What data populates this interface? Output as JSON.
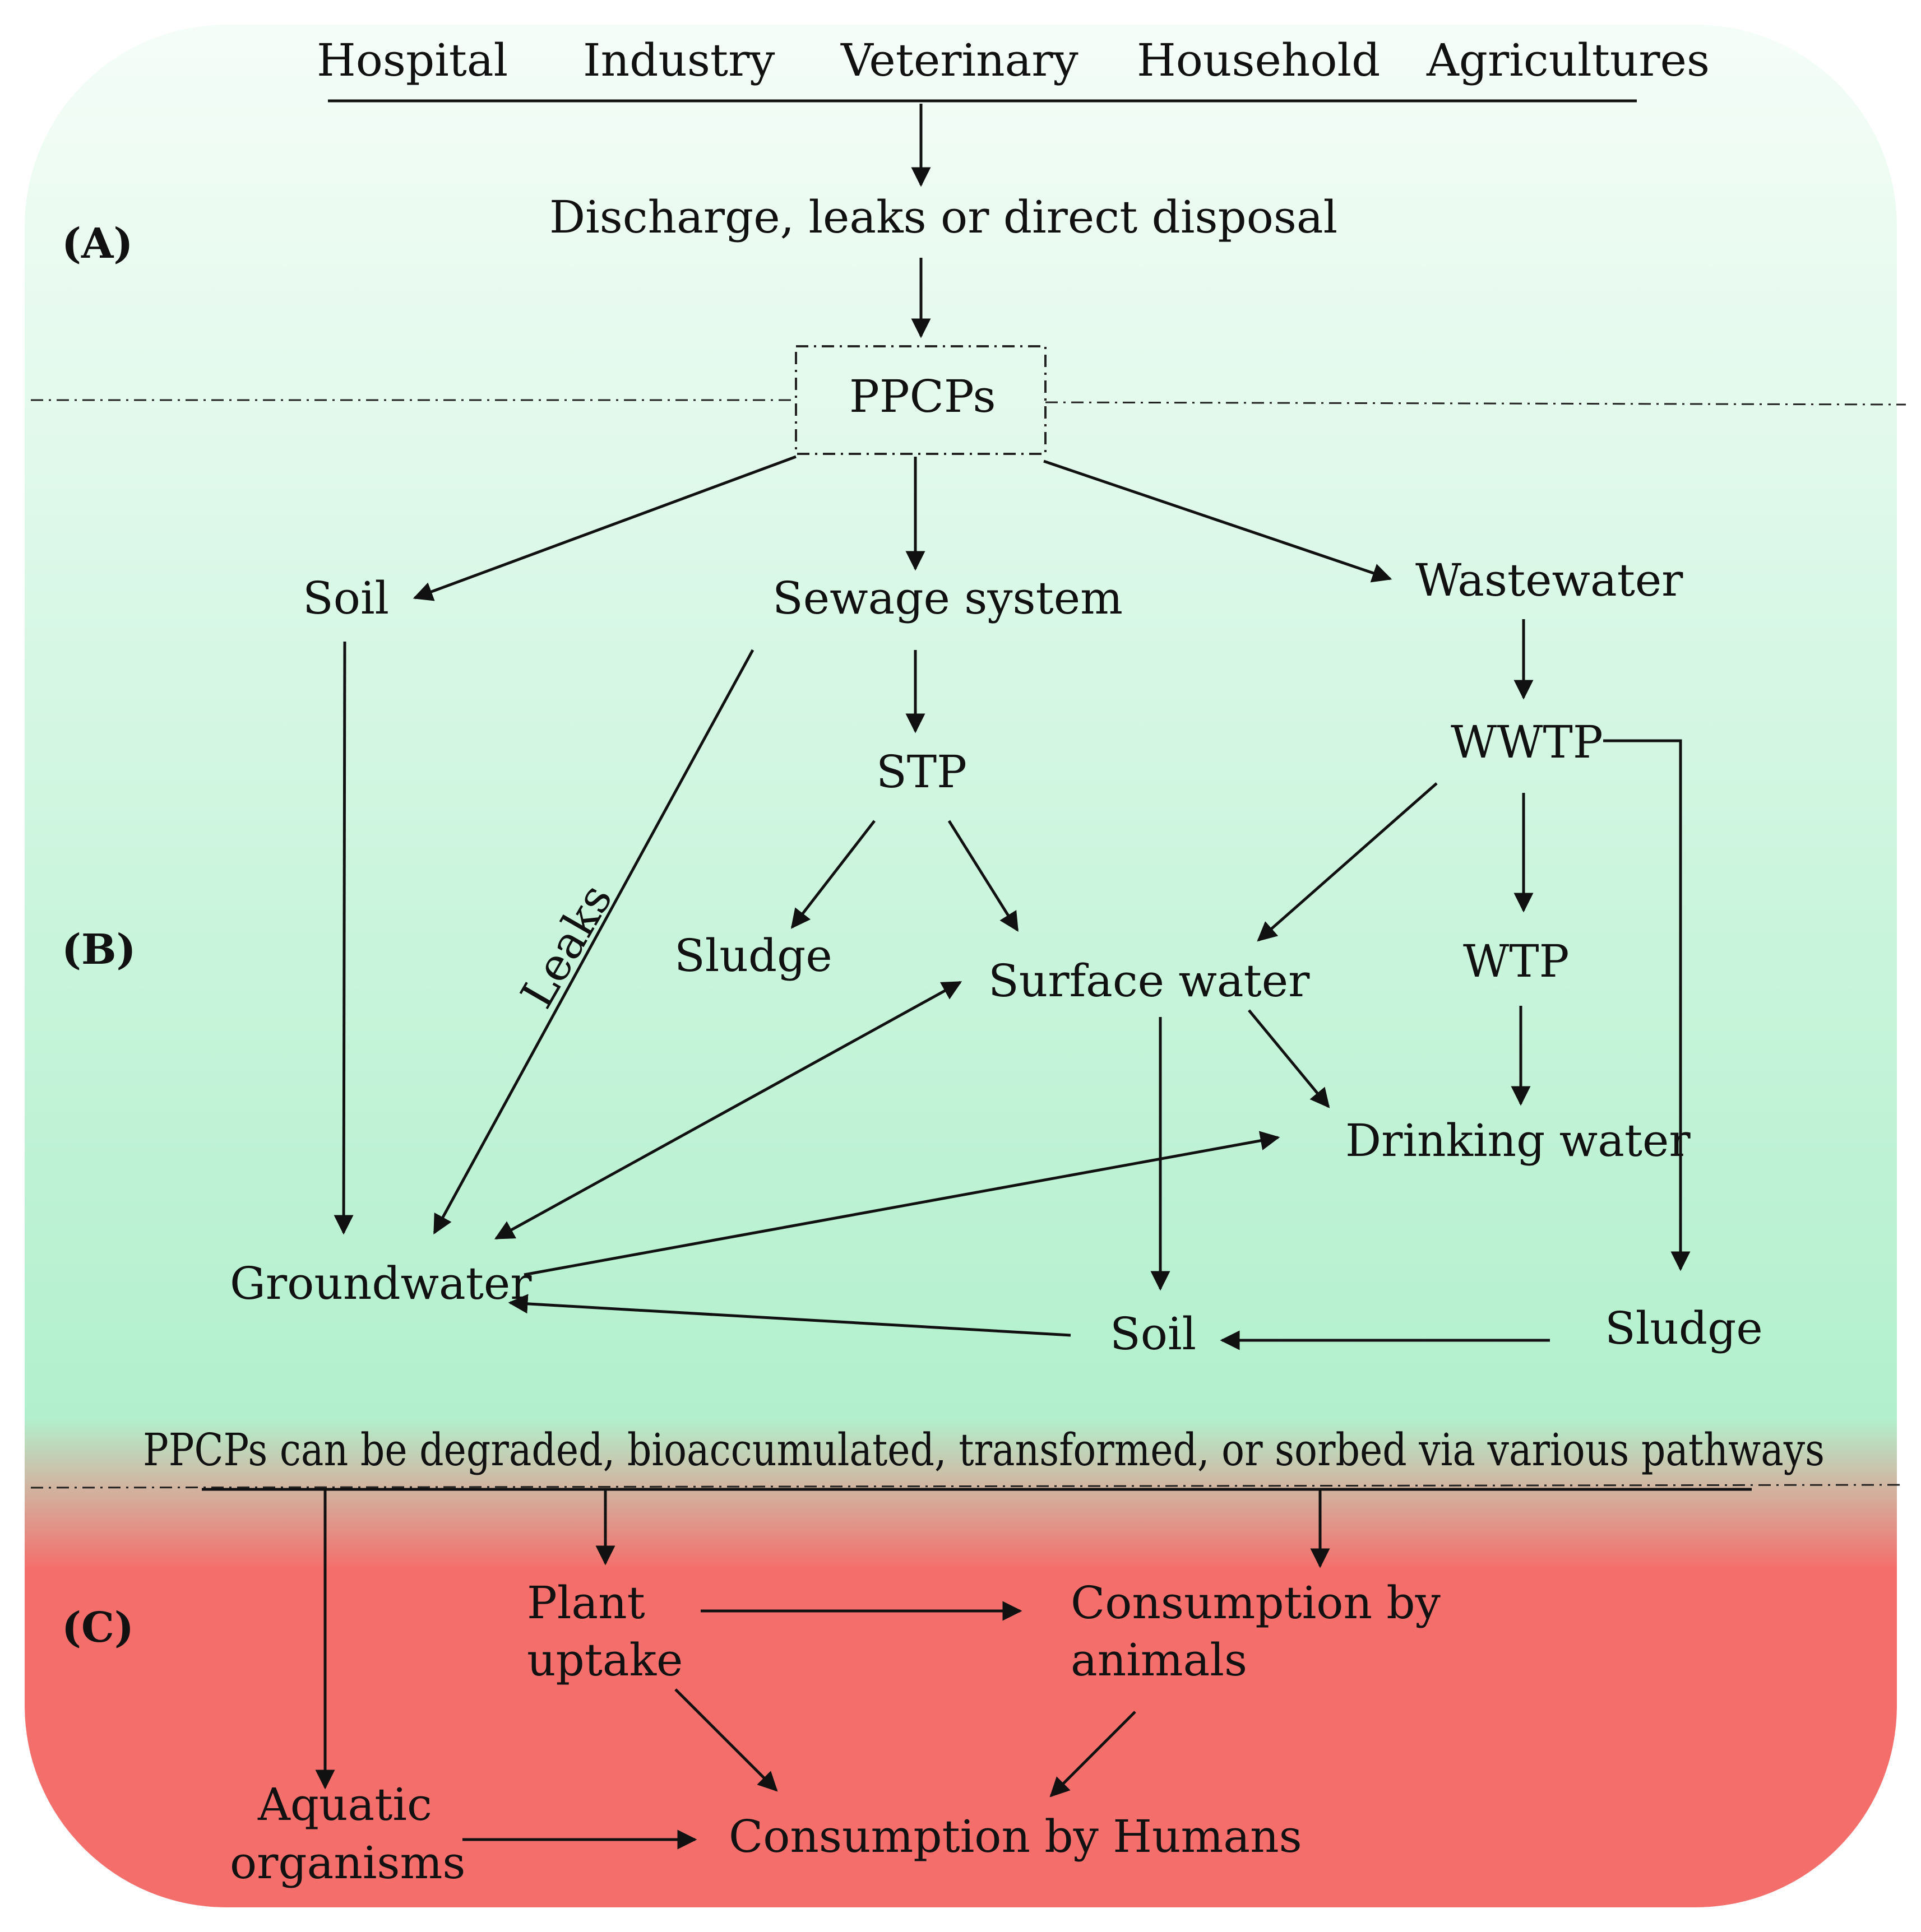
{
  "colors": {
    "top": "#f5fdf8",
    "mid": "#b2f0cd",
    "bottom": "#f46f6c",
    "ink": "#111111"
  },
  "sources": [
    "Hospital",
    "Industry",
    "Veterinary",
    "Household",
    "Agricultures"
  ],
  "sections": {
    "a": "(A)",
    "b": "(B)",
    "c": "(C)"
  },
  "nodes": {
    "discharge": "Discharge, leaks or direct disposal",
    "ppcps": "PPCPs",
    "soil_top": "Soil",
    "sewage": "Sewage system",
    "wastewater": "Wastewater",
    "stp": "STP",
    "wwtp": "WWTP",
    "sludge_left": "Sludge",
    "surface_water": "Surface water",
    "wtp": "WTP",
    "drinking_water": "Drinking water",
    "groundwater": "Groundwater",
    "soil_bottom": "Soil",
    "sludge_right": "Sludge",
    "leaks": "Leaks",
    "pathways": "PPCPs can be degraded, bioaccumulated, transformed, or sorbed via various pathways",
    "plant_1": "Plant",
    "plant_2": "uptake",
    "animals_1": "Consumption by",
    "animals_2": "animals",
    "aquatic_1": "Aquatic",
    "aquatic_2": "organisms",
    "humans": "Consumption by Humans"
  }
}
